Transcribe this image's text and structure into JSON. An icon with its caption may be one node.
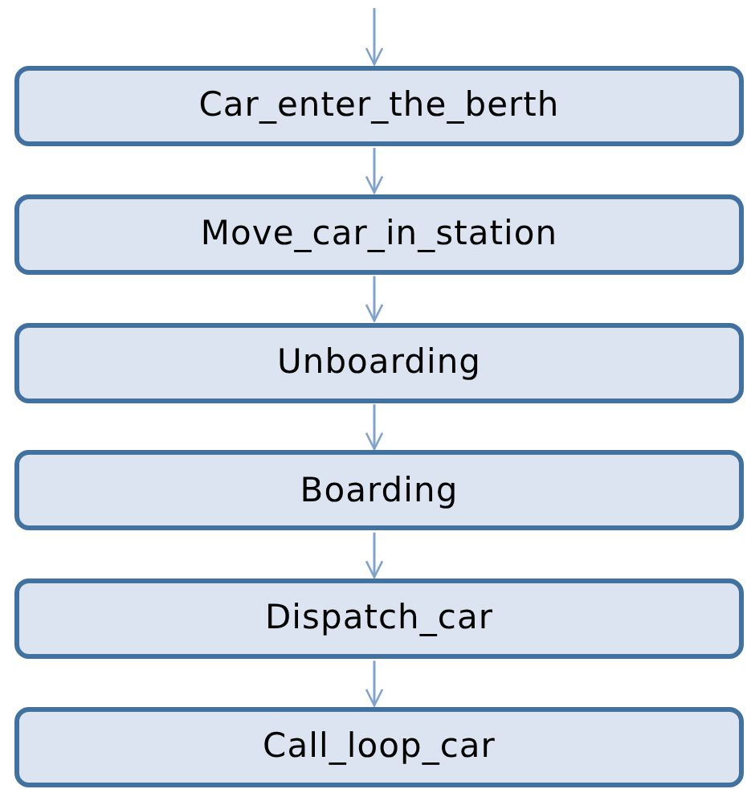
{
  "diagram": {
    "nodes": [
      {
        "text": [
          "Car_enter_the_berth"
        ]
      },
      {
        "text": [
          "Move_car_in_station"
        ]
      },
      {
        "text": [
          "Unboarding"
        ]
      },
      {
        "text": [
          "Boarding"
        ]
      },
      {
        "text": [
          "Dispatch_car"
        ]
      },
      {
        "text": [
          "Call_loop_car"
        ]
      }
    ],
    "edges": [
      {
        "from": null,
        "to": 0,
        "arrow": "to"
      },
      {
        "from": 0,
        "to": 1,
        "arrow": "to"
      },
      {
        "from": 1,
        "to": 2,
        "arrow": "to"
      },
      {
        "from": 2,
        "to": 3,
        "arrow": "to"
      },
      {
        "from": 3,
        "to": 4,
        "arrow": "to"
      },
      {
        "from": 4,
        "to": 5,
        "arrow": "to"
      }
    ]
  }
}
